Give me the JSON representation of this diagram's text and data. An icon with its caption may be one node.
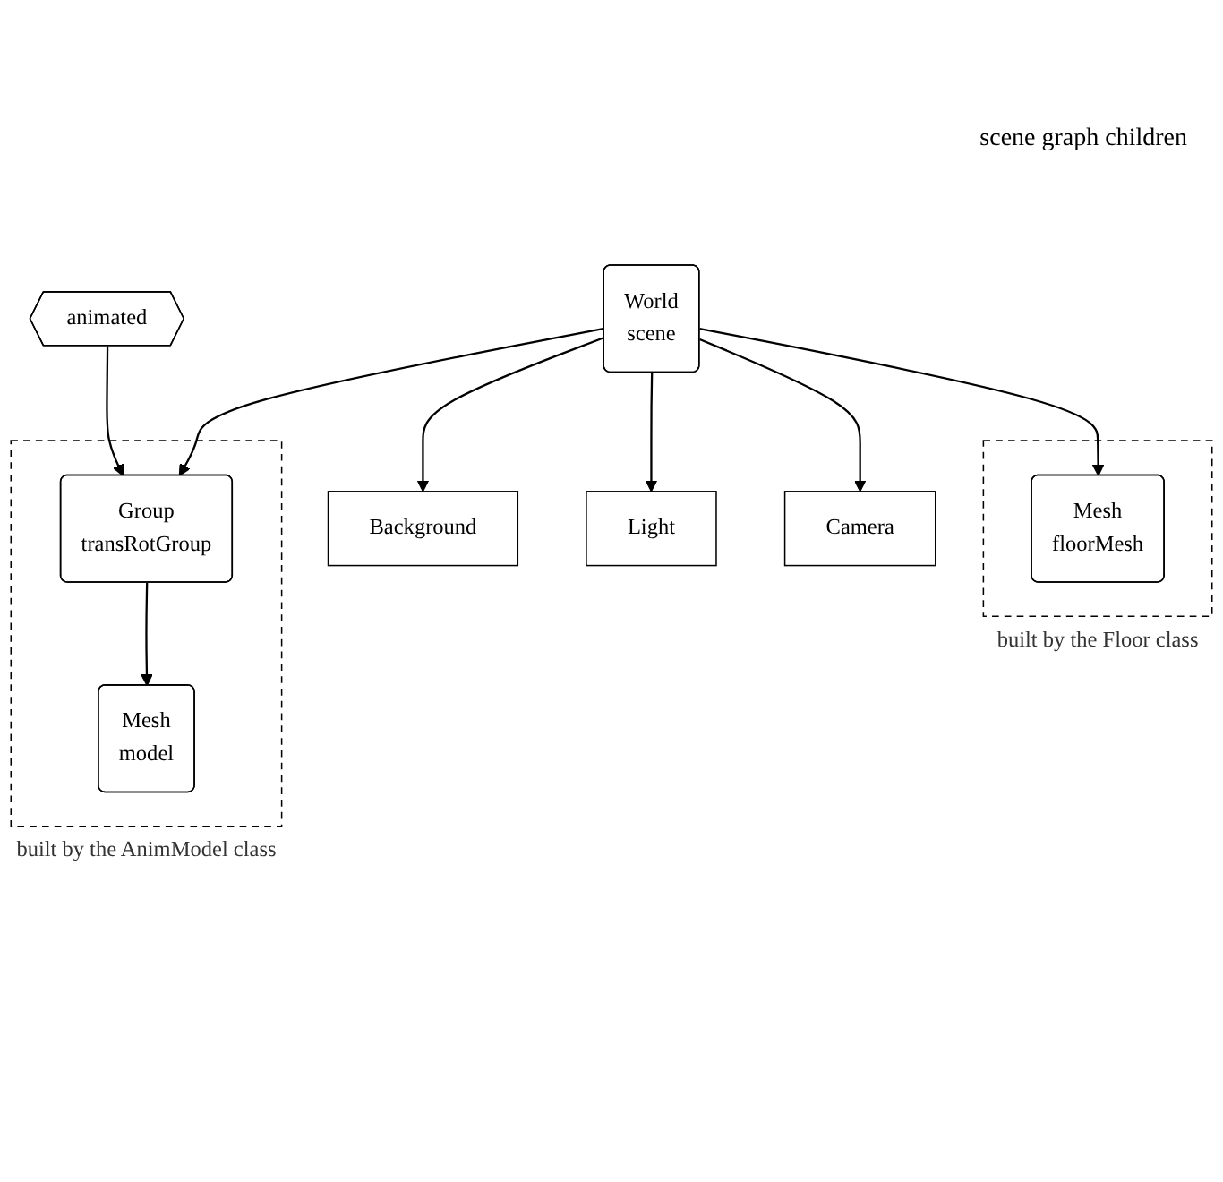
{
  "diagram": {
    "nodes": [
      {
        "text": [
          "World",
          "scene"
        ]
      },
      {
        "text": [
          "Background"
        ]
      },
      {
        "text": [
          "Light"
        ]
      },
      {
        "text": [
          "Camera"
        ]
      },
      {
        "text": [
          "built by the Floor class"
        ]
      },
      {
        "text": [
          "Mesh",
          "floorMesh"
        ],
        "in": 4
      },
      {
        "text": [
          "built by the AnimModel class"
        ]
      },
      {
        "text": [
          "Group",
          "transRotGroup"
        ],
        "in": 6
      },
      {
        "text": [
          "Mesh",
          "model"
        ],
        "in": 6
      },
      {
        "text": [
          "animated"
        ]
      }
    ],
    "edges": [
      {
        "from": 0,
        "to": 1,
        "arrow": "to"
      },
      {
        "from": 0,
        "to": 2,
        "arrow": "to"
      },
      {
        "from": 0,
        "to": 3,
        "arrow": "to"
      },
      {
        "from": 0,
        "to": 5,
        "arrow": "to"
      },
      {
        "from": 0,
        "to": 7,
        "arrow": "to"
      },
      {
        "from": 9,
        "to": 7,
        "arrow": "to"
      },
      {
        "from": 7,
        "to": 8,
        "arrow": "to"
      }
    ],
    "labels": [
      "scene graph children"
    ]
  }
}
